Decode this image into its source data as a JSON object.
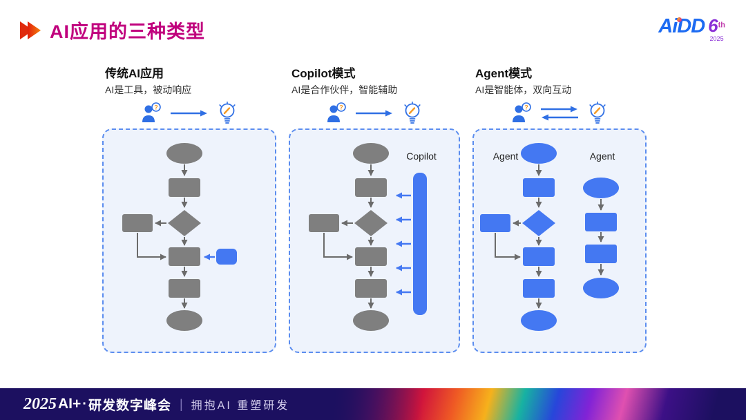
{
  "slide": {
    "title": "AI应用的三种类型"
  },
  "logo": {
    "brand": "AiDD",
    "edition": "6",
    "edition_suffix": "th",
    "year": "2025"
  },
  "icons": {
    "question": "?"
  },
  "panels": [
    {
      "title": "传统AI应用",
      "subtitle": "AI是工具，被动响应"
    },
    {
      "title": "Copilot模式",
      "subtitle": "AI是合作伙伴，智能辅助",
      "overlay_label": "Copilot"
    },
    {
      "title": "Agent模式",
      "subtitle": "AI是智能体，双向互动",
      "left_label": "Agent",
      "right_label": "Agent"
    }
  ],
  "footer": {
    "year": "2025",
    "brand": "AI+",
    "dot": "·",
    "event": "研发数字峰会",
    "separator": "|",
    "slogan": "拥抱AI 重塑研发"
  },
  "colors": {
    "title_magenta": "#c0017d",
    "primary_blue": "#4478f2",
    "icon_blue": "#2f6fe4",
    "shape_gray": "#7f7f7f",
    "panel_border_blue": "#5b8def",
    "panel_bg": "#eef3fc",
    "footer_bg": "#1c1060",
    "accent_orange": "#f59a23"
  }
}
